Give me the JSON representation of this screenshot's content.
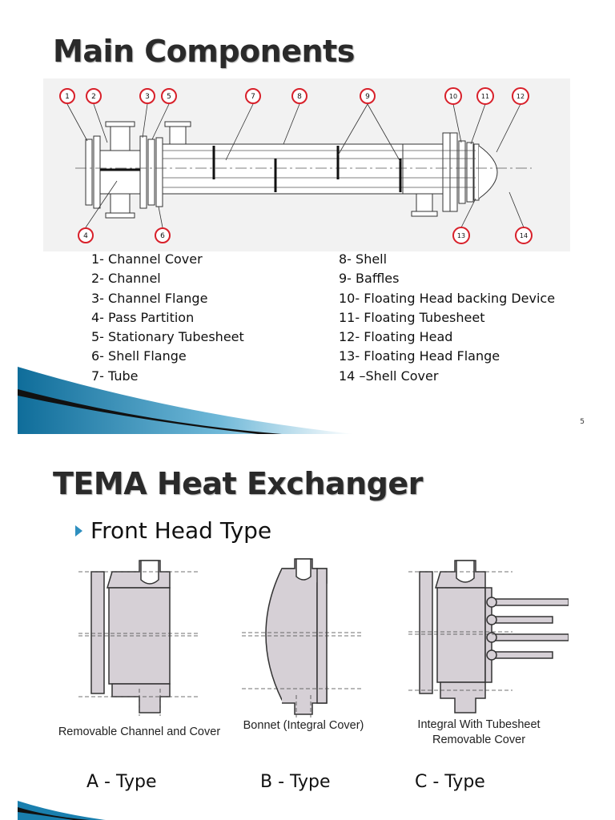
{
  "slide1": {
    "title": "Main Components",
    "callouts": [
      "1",
      "2",
      "3",
      "5",
      "7",
      "8",
      "9",
      "10",
      "11",
      "12",
      "4",
      "6",
      "13",
      "14"
    ],
    "legend_left": [
      "1- Channel Cover",
      "2- Channel",
      "3- Channel Flange",
      "4- Pass Partition",
      "5- Stationary Tubesheet",
      "6- Shell Flange",
      "7- Tube"
    ],
    "legend_right": [
      "8- Shell",
      "9- Baffles",
      "10- Floating Head backing Device",
      "11- Floating Tubesheet",
      "12- Floating Head",
      "13- Floating Head Flange",
      "14 –Shell Cover"
    ],
    "page_number": "5"
  },
  "slide2": {
    "title": "TEMA Heat Exchanger",
    "bullet": "Front Head Type",
    "captions": [
      "Removable Channel and Cover",
      "Bonnet (Integral Cover)",
      "Integral With Tubesheet Removable Cover"
    ],
    "caption_c_line1": "Integral With Tubesheet",
    "caption_c_line2": "Removable Cover",
    "types": [
      "A - Type",
      "B - Type",
      "C - Type"
    ]
  },
  "colors": {
    "callout_ring": "#d8202a",
    "fill": "#d6d0d6",
    "swoosh_blue": "#1a7fae",
    "bullet": "#2e8fbf"
  }
}
